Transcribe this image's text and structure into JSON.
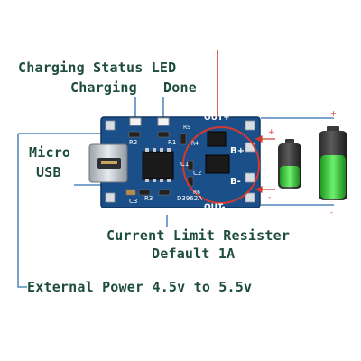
{
  "labels": {
    "charging_status_led": "Charging Status LED",
    "charging": "Charging",
    "done": "Done",
    "micro": "Micro",
    "usb": "USB",
    "current_limit": "Current Limit Resister",
    "default": "Default 1A",
    "external_power": "External Power 4.5v to 5.5v"
  },
  "board": {
    "out_plus": "OUT+",
    "out_minus": "OUT-",
    "b_plus": "B+",
    "b_minus": "B-",
    "r1": "R1",
    "r2": "R2",
    "r3": "R3",
    "r4": "R4",
    "r5": "R5",
    "r6": "R6",
    "c1": "C1",
    "c2": "C2",
    "c3": "C3",
    "chip_label": "D3962A"
  },
  "colors": {
    "label_text": "#1e4d3c",
    "pcb": "#1b4f8a",
    "line": "#2f6fb0",
    "circle": "#d23a2f",
    "battery_green": "#3ccf3c"
  }
}
